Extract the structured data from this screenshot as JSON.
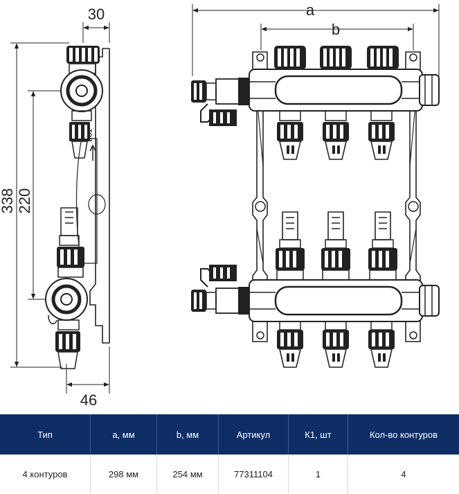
{
  "dimensions": {
    "a": "a",
    "b": "b",
    "depth_top": "30",
    "depth_bottom": "46",
    "height_total": "338",
    "height_axis": "220"
  },
  "side_view": {
    "stamp": "TOP"
  },
  "colors": {
    "table_header_bg": "#0f2e66",
    "table_header_text": "#ffffff",
    "line": "#222222"
  },
  "table": {
    "headers": [
      "Тип",
      "a, мм",
      "b, мм",
      "Артикул",
      "К1, шт",
      "Кол-во контуров"
    ],
    "rows": [
      [
        "4 контуров",
        "298 мм",
        "254 мм",
        "77311104",
        "1",
        "4"
      ]
    ]
  }
}
